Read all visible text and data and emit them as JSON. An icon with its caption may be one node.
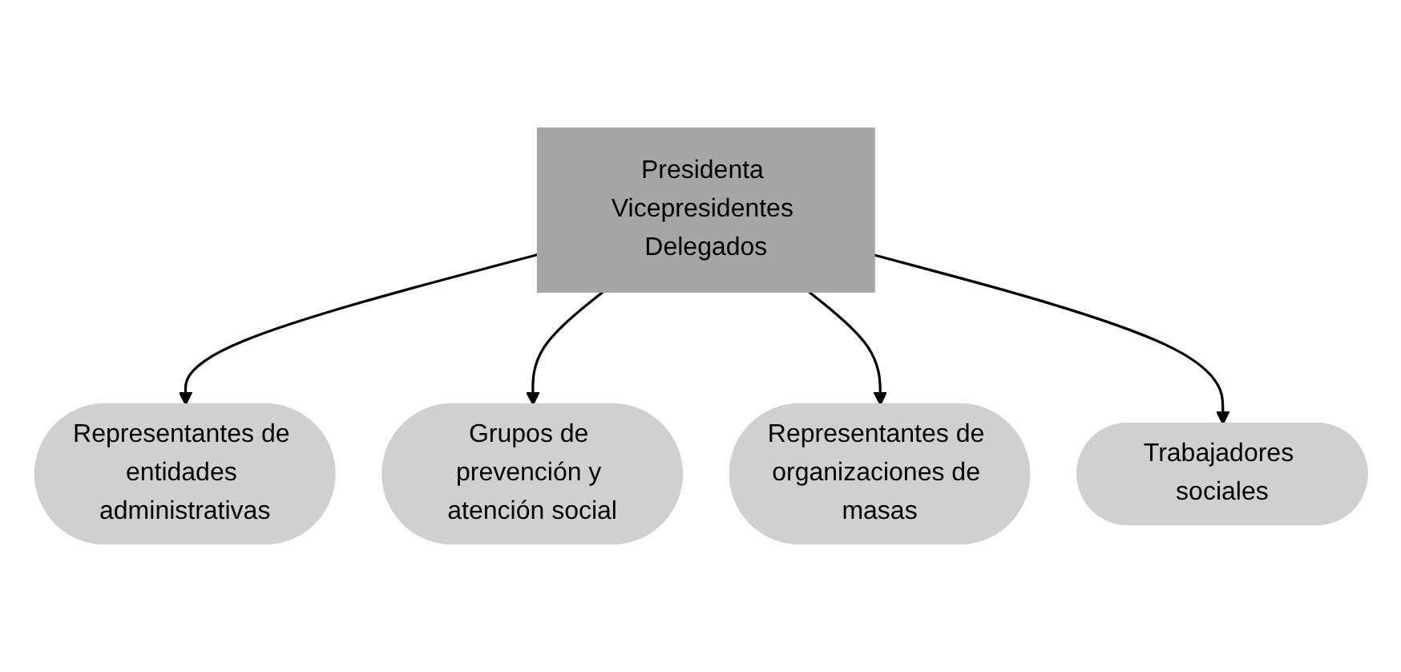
{
  "diagram": {
    "nodes": [
      {
        "text": [
          "Presidenta Vicepresidentes Delegados"
        ]
      },
      {
        "text": [
          "Representantes de entidades administrativas"
        ]
      },
      {
        "text": [
          "Grupos de prevención y atención social"
        ]
      },
      {
        "text": [
          "Representantes de organizaciones de masas"
        ]
      },
      {
        "text": [
          "Trabajadores sociales"
        ]
      }
    ],
    "edges": [
      {
        "from": 0,
        "to": 1,
        "arrow": "to"
      },
      {
        "from": 0,
        "to": 2,
        "arrow": "to"
      },
      {
        "from": 0,
        "to": 3,
        "arrow": "to"
      },
      {
        "from": 0,
        "to": 4,
        "arrow": "to"
      }
    ]
  }
}
